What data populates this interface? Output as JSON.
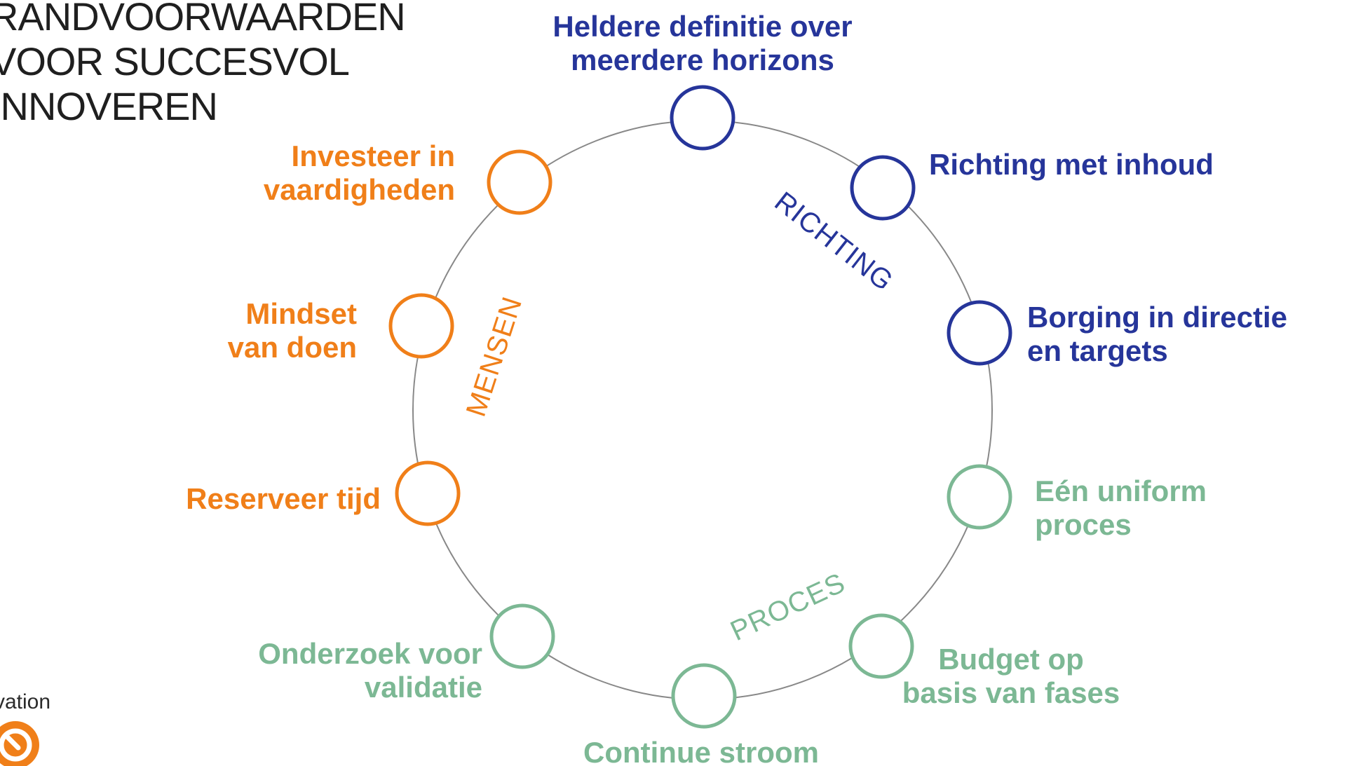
{
  "title": {
    "lines": [
      "RANDVOORWAARDEN",
      "VOOR SUCCESVOL",
      "INNOVEREN"
    ]
  },
  "colors": {
    "richting": "#26359a",
    "proces": "#7cb894",
    "mensen": "#f07f19",
    "ring": "#888888"
  },
  "categories": {
    "richting": "RICHTING",
    "proces": "PROCES",
    "mensen": "MENSEN"
  },
  "nodes": [
    {
      "id": "heldere-definitie",
      "group": "richting",
      "lines": [
        "Heldere definitie over",
        "meerdere horizons"
      ]
    },
    {
      "id": "richting-met-inhoud",
      "group": "richting",
      "lines": [
        "Richting met inhoud"
      ]
    },
    {
      "id": "borging",
      "group": "richting",
      "lines": [
        "Borging in directie",
        "en targets"
      ]
    },
    {
      "id": "een-uniform-proces",
      "group": "proces",
      "lines": [
        "Eén uniform",
        "proces"
      ]
    },
    {
      "id": "budget",
      "group": "proces",
      "lines": [
        "Budget op",
        "basis van fases"
      ]
    },
    {
      "id": "continue-stroom",
      "group": "proces",
      "lines": [
        "Continue stroom"
      ]
    },
    {
      "id": "onderzoek",
      "group": "proces",
      "lines": [
        "Onderzoek voor",
        "validatie"
      ]
    },
    {
      "id": "reserveer-tijd",
      "group": "mensen",
      "lines": [
        "Reserveer tijd"
      ]
    },
    {
      "id": "mindset",
      "group": "mensen",
      "lines": [
        "Mindset",
        "van doen"
      ]
    },
    {
      "id": "investeer",
      "group": "mensen",
      "lines": [
        "Investeer in",
        "vaardigheden"
      ]
    }
  ],
  "logo": {
    "text": "vation"
  }
}
